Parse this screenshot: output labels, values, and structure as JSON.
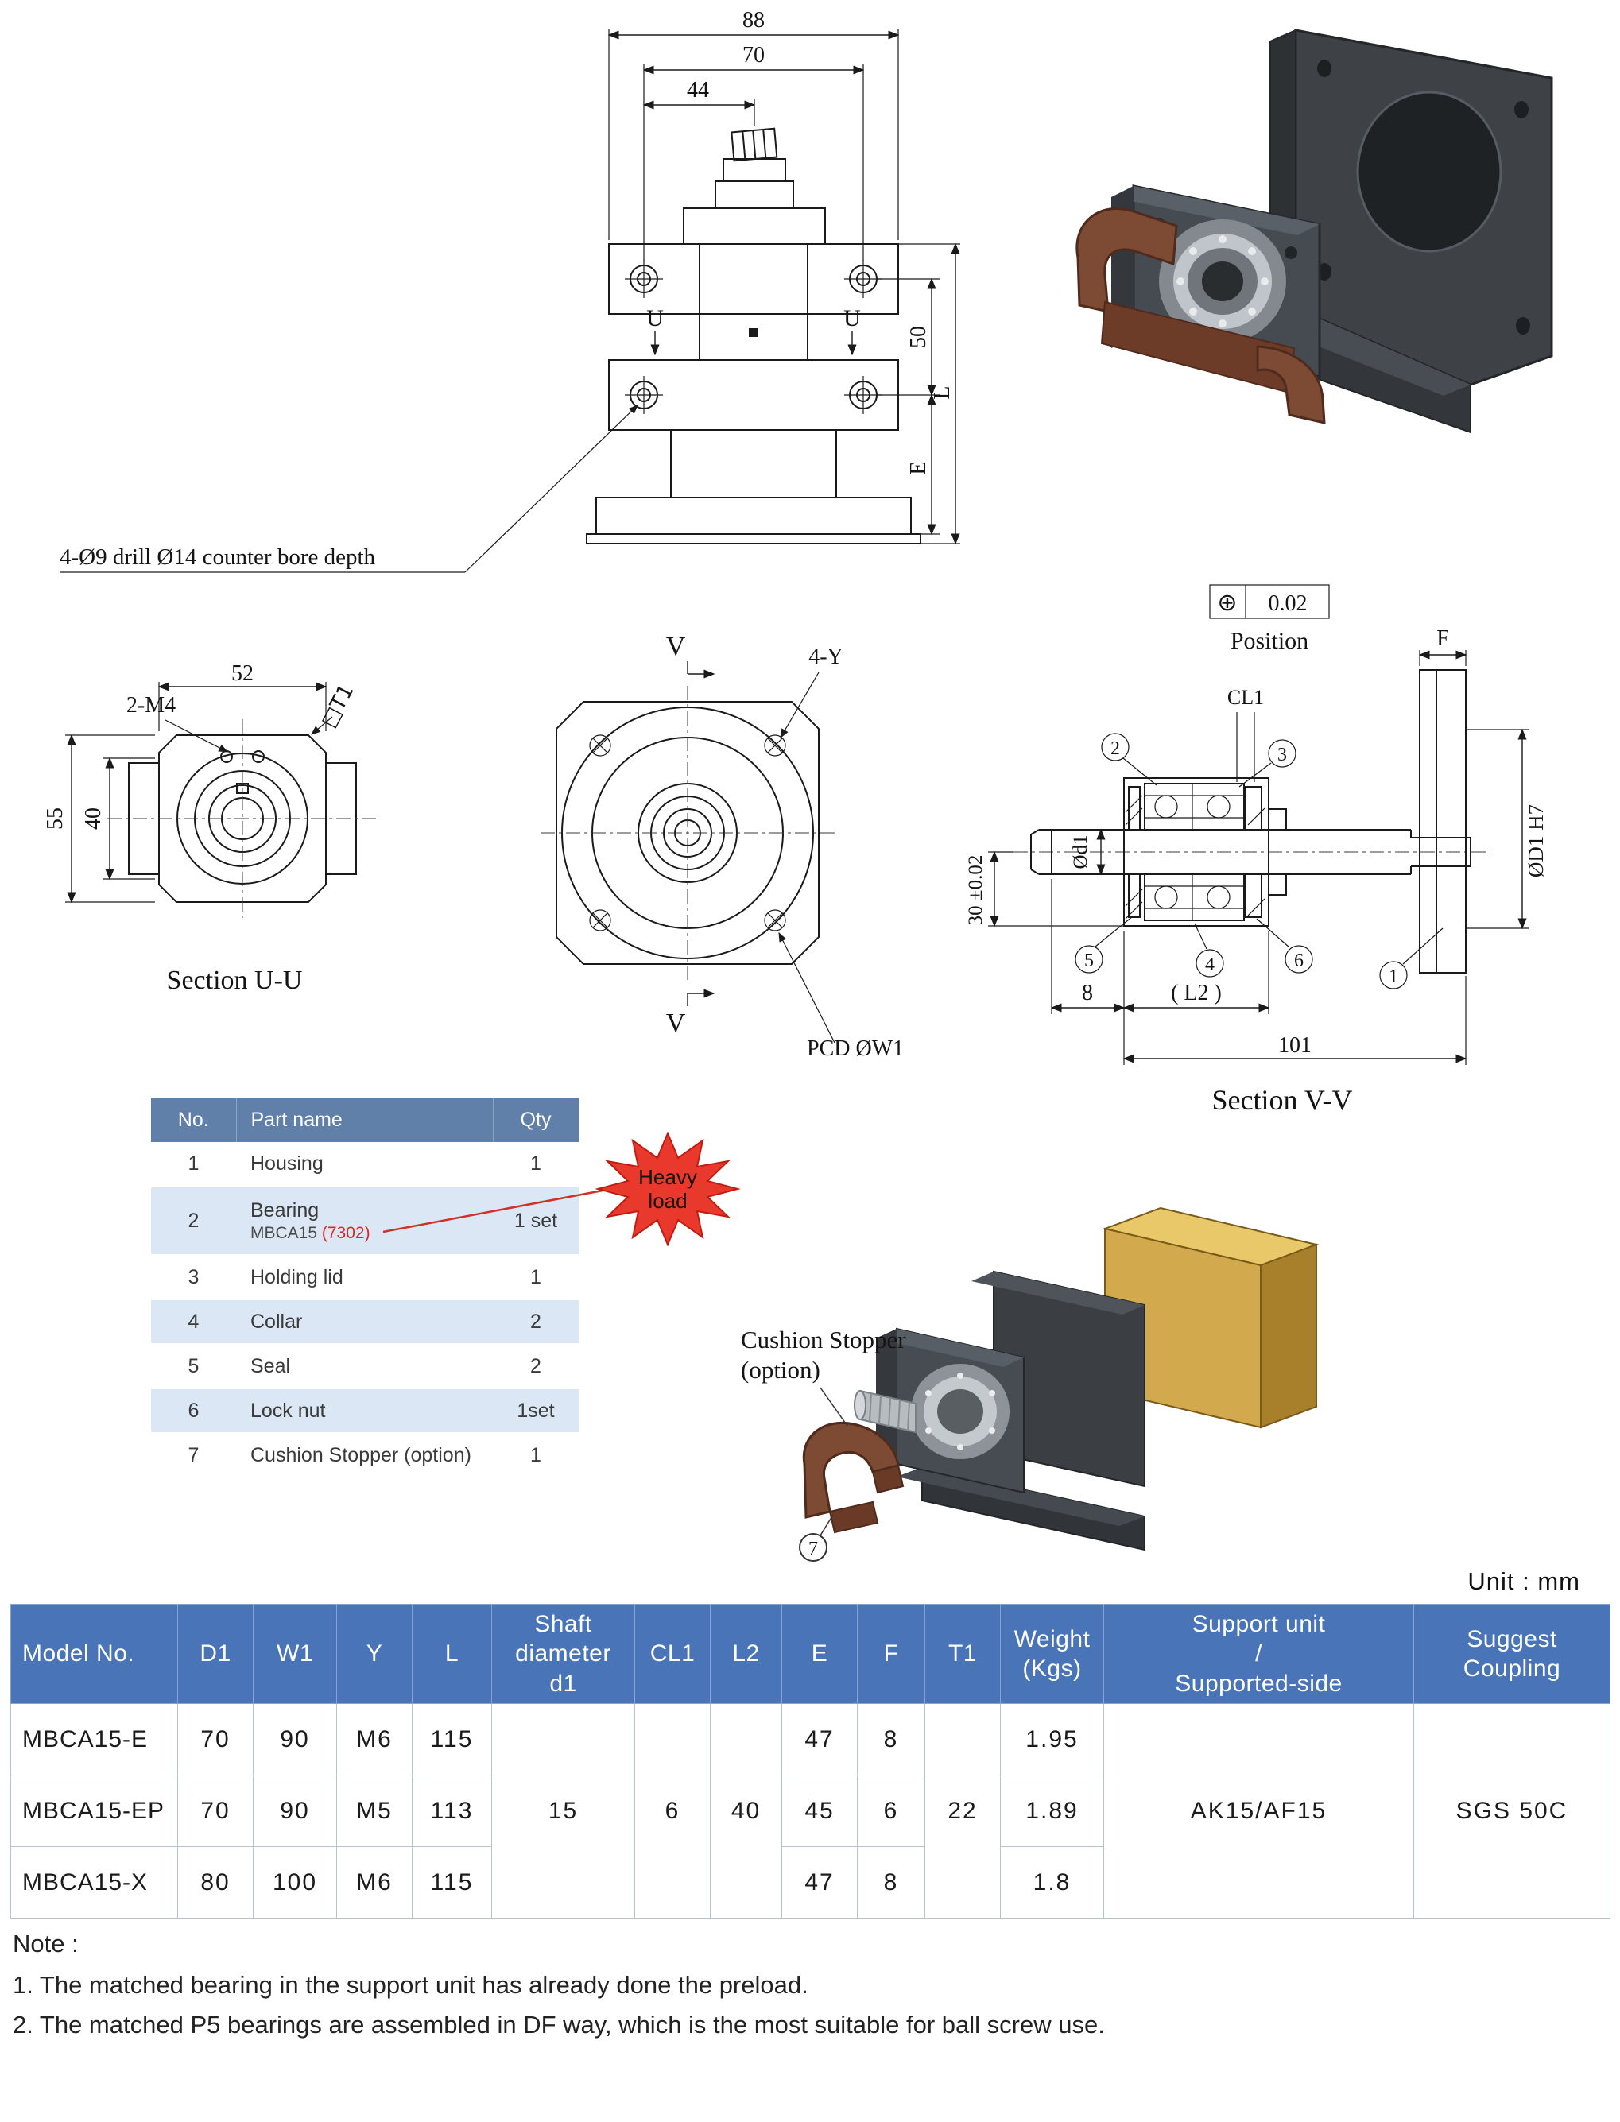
{
  "unit_label": "Unit : mm",
  "drawing_top": {
    "note": "4-Ø9 drill Ø14 counter bore depth",
    "dims": {
      "w88": "88",
      "w70": "70",
      "w44": "44",
      "h50": "50",
      "hE": "E",
      "hL": "L"
    },
    "marker_u_left": "U",
    "marker_u_right": "U"
  },
  "section_uu": {
    "caption": "Section U-U",
    "label_m4": "2-M4",
    "label_t1": "□T1",
    "dims": {
      "w52": "52",
      "h55": "55",
      "h40": "40"
    }
  },
  "front_view": {
    "marker_v_top": "V",
    "marker_v_bottom": "V",
    "label_4y": "4-Y",
    "label_pcd": "PCD  ØW1"
  },
  "section_vv": {
    "caption": "Section V-V",
    "tolerance": {
      "symbol": "⊕",
      "value": "0.02",
      "label": "Position"
    },
    "labels": {
      "cl1": "CL1",
      "f": "F",
      "d1": "ØD1  H7",
      "sd1": "Ød1",
      "h30": "30 ±0.02",
      "n8": "8",
      "l2": "( L2 )",
      "n101": "101"
    },
    "balloons": {
      "b1": "1",
      "b2": "2",
      "b3": "3",
      "b4": "4",
      "b5": "5",
      "b6": "6"
    }
  },
  "parts_table": {
    "headers": {
      "no": "No.",
      "name": "Part name",
      "qty": "Qty"
    },
    "rows": [
      {
        "no": "1",
        "name": "Housing",
        "qty": "1"
      },
      {
        "no": "2",
        "name": "Bearing",
        "sub": "MBCA15 ",
        "sub_red": "(7302)",
        "qty": "1 set"
      },
      {
        "no": "3",
        "name": "Holding lid",
        "qty": "1"
      },
      {
        "no": "4",
        "name": "Collar",
        "qty": "2"
      },
      {
        "no": "5",
        "name": "Seal",
        "qty": "2"
      },
      {
        "no": "6",
        "name": "Lock nut",
        "qty": "1set"
      },
      {
        "no": "7",
        "name": "Cushion Stopper (option)",
        "qty": "1"
      }
    ]
  },
  "heavy_load": {
    "line1": "Heavy",
    "line2": "load"
  },
  "assembly": {
    "label_line1": "Cushion Stopper",
    "label_line2": "(option)",
    "balloon": "7"
  },
  "spec_table": {
    "headers": {
      "model": "Model No.",
      "d1": "D1",
      "w1": "W1",
      "y": "Y",
      "l": "L",
      "shaft": "Shaft\ndiameter\nd1",
      "cl1": "CL1",
      "l2": "L2",
      "e": "E",
      "f": "F",
      "t1": "T1",
      "weight": "Weight\n(Kgs)",
      "support": "Support unit\n/\nSupported-side",
      "coupling": "Suggest\nCoupling"
    },
    "rows": [
      {
        "model": "MBCA15-E",
        "d1": "70",
        "w1": "90",
        "y": "M6",
        "l": "115",
        "e": "47",
        "f": "8",
        "weight": "1.95"
      },
      {
        "model": "MBCA15-EP",
        "d1": "70",
        "w1": "90",
        "y": "M5",
        "l": "113",
        "e": "45",
        "f": "6",
        "weight": "1.89"
      },
      {
        "model": "MBCA15-X",
        "d1": "80",
        "w1": "100",
        "y": "M6",
        "l": "115",
        "e": "47",
        "f": "8",
        "weight": "1.8"
      }
    ],
    "shared": {
      "shaft": "15",
      "cl1": "6",
      "l2": "40",
      "t1": "22",
      "support": "AK15/AF15",
      "coupling": "SGS 50C"
    }
  },
  "notes": {
    "title": "Note :",
    "item1": "1. The matched bearing in the support unit has already done the preload.",
    "item2": "2. The matched P5 bearings are assembled in DF way, which is the most suitable for ball screw use."
  }
}
